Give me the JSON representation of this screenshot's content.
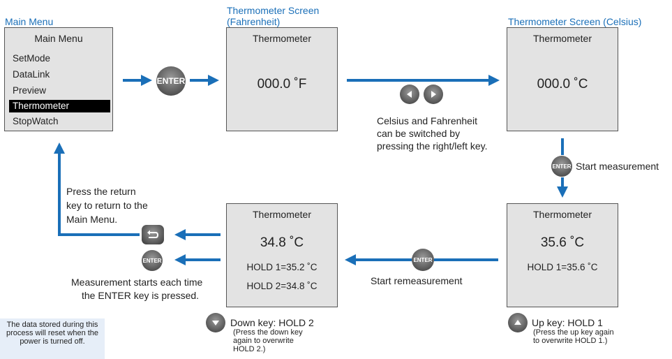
{
  "titles": {
    "main_menu": "Main Menu",
    "fahrenheit_line1": "Thermometer Screen",
    "fahrenheit_line2": "(Fahrenheit)",
    "celsius": "Thermometer Screen (Celsius)"
  },
  "menu": {
    "header": "Main Menu",
    "items": [
      "SetMode",
      "DataLink",
      "Preview",
      "Thermometer",
      "StopWatch"
    ],
    "selected": "Thermometer"
  },
  "screens": {
    "header": "Thermometer",
    "fahrenheit_value": "000.0 ˚F",
    "celsius_value": "000.0 ˚C",
    "hold1_value": "35.6 ˚C",
    "hold1_line": "HOLD 1=35.6 ˚C",
    "hold2_value": "34.8 ˚C",
    "hold2_line1": "HOLD 1=35.2 ˚C",
    "hold2_line2": "HOLD 2=34.8 ˚C"
  },
  "buttons": {
    "enter": "ENTER"
  },
  "captions": {
    "switch_line1": "Celsius and Fahrenheit",
    "switch_line2": "can be switched by",
    "switch_line3": "pressing the right/left key.",
    "start_measurement": "Start measurement",
    "start_remeasurement": "Start remeasurement",
    "return_line1": "Press the return",
    "return_line2": "key to return to the",
    "return_line3": "Main Menu.",
    "measure_line1": "Measurement starts each time",
    "measure_line2": "the ENTER key is pressed.",
    "down_key": "Down key: HOLD 2",
    "down_note_line1": "(Press the down key",
    "down_note_line2": "again to overwrite",
    "down_note_line3": "HOLD 2.)",
    "up_key": "Up key: HOLD 1",
    "up_note_line1": "(Press the up key again",
    "up_note_line2": "to overwrite HOLD 1.)",
    "storage_note": "The data stored during this process will reset when the power is turned off."
  },
  "colors": {
    "arrow": "#1a6fb8",
    "title": "#1a6fb8",
    "screen_bg": "#e3e3e3",
    "note_bg": "#e6eef8"
  }
}
